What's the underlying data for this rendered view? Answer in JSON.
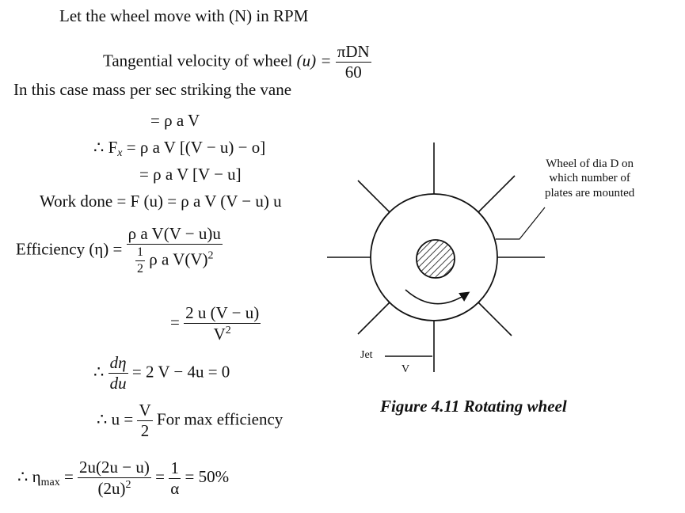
{
  "text": {
    "line1": "Let the wheel move with (N) in RPM",
    "tangential_prefix": "Tangential velocity of wheel",
    "tangential_var": "(u) =",
    "tangential_num": "πDN",
    "tangential_den": "60",
    "mass_line": "In this case mass per sec striking the vane",
    "eq_mass": "= ρ a V",
    "eq_fx1_lhs": "∴ F",
    "eq_fx1_rhs": "= ρ a V [(V − u) − o]",
    "eq_fx2": "= ρ a V [V − u]",
    "eq_work": "Work done = F (u) = ρ a V (V − u) u",
    "eff_lhs": "Efficiency (η) =",
    "eff_num": "ρ a V(V − u)u",
    "eff_den_half_num": "1",
    "eff_den_half_den": "2",
    "eff_den_rest": "ρ a V(V)",
    "eq_simpl_num": "2 u (V − u)",
    "eq_simpl_den": "V",
    "deriv_num": "dη",
    "deriv_den": "du",
    "deriv_rhs": "= 2 V − 4u = 0",
    "u_lhs": "∴ u =",
    "u_num": "V",
    "u_den": "2",
    "u_note": "For max efficiency",
    "eta_lhs": "∴ η",
    "eta_sub": "max",
    "eta_num": "2u(2u − u)",
    "eta_den": "(2u)",
    "eta_frac2_num": "1",
    "eta_frac2_den": "α",
    "eta_result": "= 50%"
  },
  "figure": {
    "label_line1": "Wheel of dia D on",
    "label_line2": "which number of",
    "label_line3": "plates are mounted",
    "jet_label": "Jet",
    "v_label": "V",
    "caption": "Figure 4.11 Rotating wheel"
  }
}
